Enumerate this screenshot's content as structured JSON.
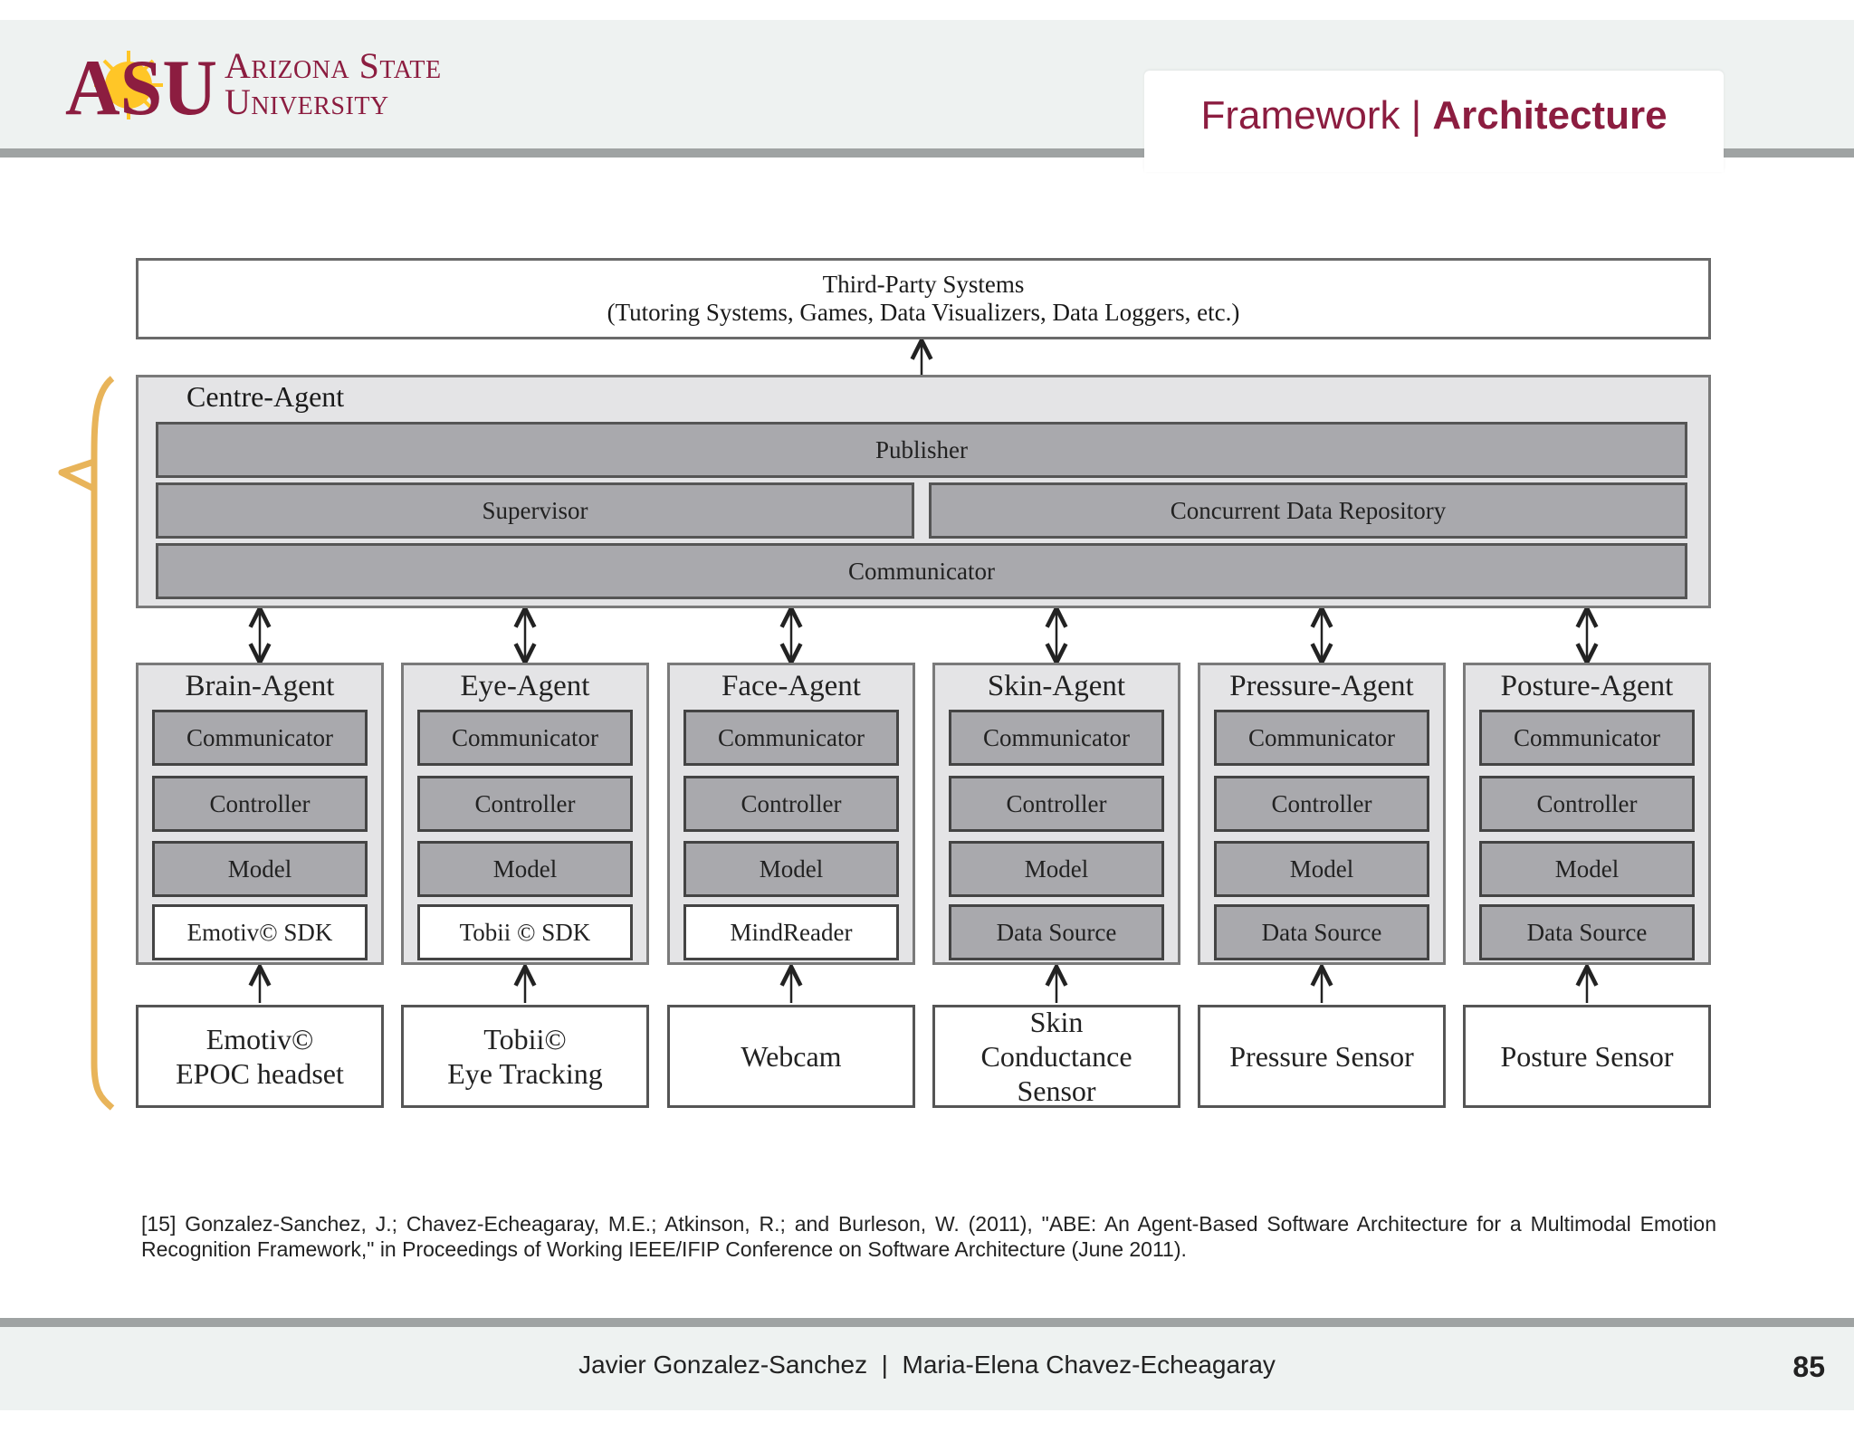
{
  "header": {
    "university_line_1": "Arizona State",
    "university_line_2": "University",
    "logo_letters": "ASU",
    "title_part_1": "Framework | ",
    "title_part_2": "Architecture"
  },
  "diagram": {
    "third_party": {
      "line_1": "Third-Party Systems",
      "line_2": "(Tutoring Systems, Games, Data Visualizers, Data Loggers, etc.)"
    },
    "centre_agent": {
      "label": "Centre-Agent",
      "publisher": "Publisher",
      "supervisor": "Supervisor",
      "repository": "Concurrent Data Repository",
      "communicator": "Communicator"
    },
    "agents": [
      {
        "name": "Brain-Agent",
        "communicator": "Communicator",
        "controller": "Controller",
        "model": "Model",
        "source": "Emotiv© SDK",
        "source_white": true,
        "device": "Emotiv©\nEPOC headset"
      },
      {
        "name": "Eye-Agent",
        "communicator": "Communicator",
        "controller": "Controller",
        "model": "Model",
        "source": "Tobii © SDK",
        "source_white": true,
        "device": "Tobii©\nEye Tracking"
      },
      {
        "name": "Face-Agent",
        "communicator": "Communicator",
        "controller": "Controller",
        "model": "Model",
        "source": "MindReader",
        "source_white": true,
        "device": "Webcam"
      },
      {
        "name": "Skin-Agent",
        "communicator": "Communicator",
        "controller": "Controller",
        "model": "Model",
        "source": "Data Source",
        "source_white": false,
        "device": "Skin\nConductance\nSensor"
      },
      {
        "name": "Pressure-Agent",
        "communicator": "Communicator",
        "controller": "Controller",
        "model": "Model",
        "source": "Data Source",
        "source_white": false,
        "device": "Pressure Sensor"
      },
      {
        "name": "Posture-Agent",
        "communicator": "Communicator",
        "controller": "Controller",
        "model": "Model",
        "source": "Data Source",
        "source_white": false,
        "device": "Posture Sensor"
      }
    ]
  },
  "citation": "[15] Gonzalez-Sanchez, J.; Chavez-Echeagaray, M.E.; Atkinson, R.; and Burleson, W. (2011), \"ABE: An Agent-Based Software Architecture for a Multimodal Emotion Recognition Framework,\" in Proceedings of Working IEEE/IFIP Conference on Software Architecture (June 2011).",
  "footer": {
    "authors": "Javier Gonzalez-Sanchez  |  Maria-Elena Chavez-Echeagaray",
    "page_number": "85"
  },
  "colors": {
    "brand_maroon": "#8c1d40",
    "brand_gold": "#ffc627",
    "bracket_gold": "#e8b45a",
    "bar_gray": "#a9a9ad",
    "panel_gray": "#e4e4e6"
  }
}
